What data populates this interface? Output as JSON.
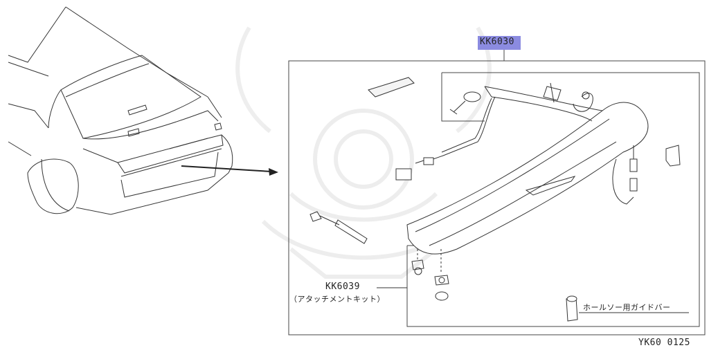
{
  "diagram": {
    "highlight_color": "#8b8be0",
    "callouts": {
      "main_part": "KK6030",
      "attachment_part": "KK6039",
      "attachment_note": "（アタッチメントキット）",
      "guide_bar_note": "ホールソー用ガイドバー"
    },
    "drawing_code": "YK60 0125"
  }
}
